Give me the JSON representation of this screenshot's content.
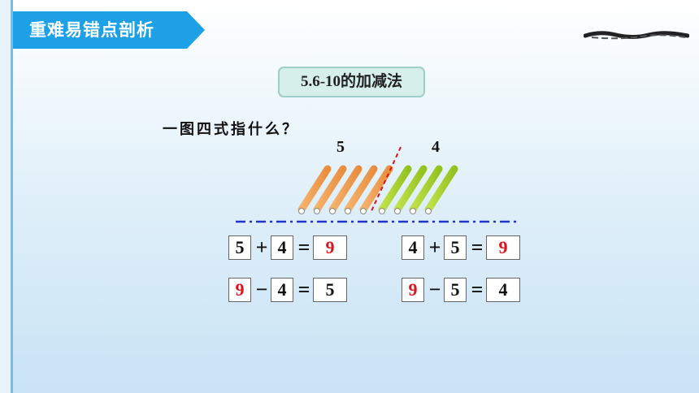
{
  "header": {
    "title": "重难易错点剖析"
  },
  "topic": {
    "label": "5.6-10的加减法"
  },
  "question": {
    "text": "一图四式指什么？"
  },
  "counts": {
    "left": "5",
    "right": "4"
  },
  "colors": {
    "banner": "#1ea0e6",
    "orange_stick": "#f2a155",
    "green_stick": "#a9d332",
    "red": "#e0111b",
    "guide_line": "#2233cc"
  },
  "equations": [
    {
      "a": "5",
      "op": "+",
      "b": "4",
      "eq": "=",
      "r": "9",
      "red": [
        "r"
      ]
    },
    {
      "a": "4",
      "op": "+",
      "b": "5",
      "eq": "=",
      "r": "9",
      "red": [
        "r"
      ]
    },
    {
      "a": "9",
      "op": "−",
      "b": "4",
      "eq": "=",
      "r": "5",
      "red": [
        "a"
      ]
    },
    {
      "a": "9",
      "op": "−",
      "b": "5",
      "eq": "=",
      "r": "4",
      "red": [
        "a"
      ]
    }
  ]
}
